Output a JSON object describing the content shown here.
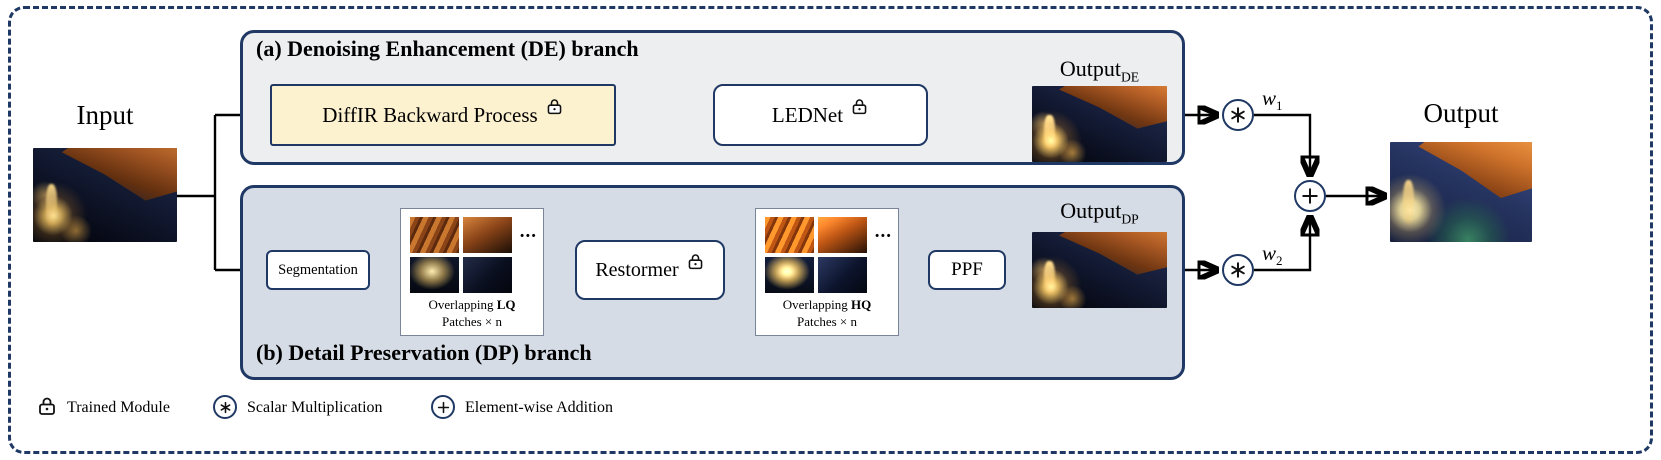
{
  "labels": {
    "input": "Input",
    "output": "Output",
    "output_de": {
      "base": "Output",
      "sub": "DE"
    },
    "output_dp": {
      "base": "Output",
      "sub": "DP"
    },
    "w1": {
      "base": "w",
      "sub": "1"
    },
    "w2": {
      "base": "w",
      "sub": "2"
    }
  },
  "de_branch": {
    "title": "(a) Denoising Enhancement (DE) branch",
    "diffir_label": "DiffIR Backward Process",
    "lednet_label": "LEDNet"
  },
  "dp_branch": {
    "title": "(b) Detail Preservation (DP) branch",
    "segmentation_label": "Segmentation",
    "restormer_label": "Restormer",
    "ppf_label": "PPF",
    "ellipsis": "...",
    "lq_caption": {
      "prefix": "Overlapping ",
      "bold": "LQ",
      "line2": "Patches × n"
    },
    "hq_caption": {
      "prefix": "Overlapping ",
      "bold": "HQ",
      "line2": "Patches × n"
    }
  },
  "legend": {
    "trained_module": "Trained Module",
    "scalar_multiplication": "Scalar Multiplication",
    "elementwise_addition": "Element-wise Addition"
  },
  "icons": {
    "lock": "padlock",
    "multiply": "circled-asterisk",
    "add": "circled-plus"
  },
  "colors": {
    "navy": "#1f3864",
    "de_branch_fill": "#eceef0",
    "dp_branch_fill": "#d5dce6",
    "diffir_fill": "#fdf2d0",
    "arrow": "#000000"
  }
}
